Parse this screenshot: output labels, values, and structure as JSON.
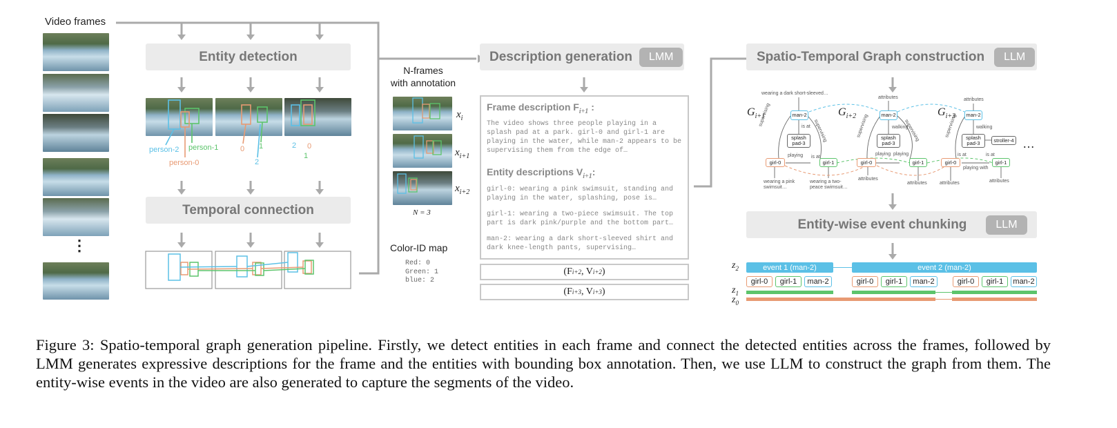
{
  "left": {
    "video_frames_label": "Video frames",
    "ellipsis": "⋮"
  },
  "stage": {
    "entity_detection": "Entity detection",
    "temporal_connection": "Temporal connection",
    "description_generation": "Description generation",
    "description_badge": "LMM",
    "stg_construction": "Spatio-Temporal Graph construction",
    "stg_badge": "LLM",
    "event_chunking": "Entity-wise event chunking",
    "event_badge": "LLM"
  },
  "detection": {
    "labels": [
      "person-2",
      "person-1",
      "person-0",
      "0",
      "1",
      "2",
      "2",
      "0",
      "1"
    ],
    "colors": {
      "blue": "#5bc0e6",
      "green": "#5cc46b",
      "orange": "#e89a73"
    }
  },
  "annotation": {
    "title_line1": "N-frames",
    "title_line2": "with annotation",
    "x_labels": [
      "x_i",
      "x_{i+1}",
      "x_{i+2}"
    ],
    "n_label": "N = 3",
    "color_map_title": "Color-ID map",
    "color_map_lines": [
      "Red: 0",
      "Green: 1",
      "blue: 2"
    ]
  },
  "description": {
    "frame_title": "Frame description F",
    "frame_sub": "i+1",
    "frame_colon": ":",
    "frame_text": "The video shows three people playing in a splash pad at a park. girl-0 and girl-1 are playing in the water, while man-2 appears to be supervising them from the edge of…",
    "entity_title": "Entity descriptions V",
    "entity_sub": "i+1",
    "entity_colon": ":",
    "entity_lines": [
      "girl-0: wearing a pink swimsuit, standing and playing in the water, splashing, pose is…",
      "girl-1: wearing a two-piece swimsuit. The top part is dark pink/purple and the bottom part…",
      "man-2: wearing a dark short-sleeved shirt and dark knee-length pants, supervising…"
    ],
    "next1": "(F",
    "next1_sub": "i+2",
    "next1_mid": ", V",
    "next1_end": ")",
    "next2": "(F",
    "next2_sub": "i+3",
    "next2_mid": ", V",
    "next2_end": ")"
  },
  "graph": {
    "g_labels": [
      "G",
      "G",
      "G"
    ],
    "g_subs": [
      "i+1",
      "i+2",
      "i+3"
    ],
    "top_attr": "wearing a dark short-sleeved…",
    "attributes": "attributes",
    "man2": "man-2",
    "splash": "splash pad-3",
    "girl0": "girl-0",
    "girl1": "girl-1",
    "stroller": "stroller-4",
    "is_at": "is at",
    "walking": "walking",
    "playing": "playing",
    "playing_with": "playing with",
    "supervising": "supervising",
    "wear0": "wearing a pink swimsuit…",
    "wear1": "wearing a two-peace swimsuit…",
    "dots": "…"
  },
  "events": {
    "z_labels": [
      "z",
      "z",
      "z"
    ],
    "z_subs": [
      "2",
      "1",
      "0"
    ],
    "event1": "event 1 (man-2)",
    "event2": "event 2 (man-2)",
    "chips": [
      "girl-0",
      "girl-1",
      "man-2"
    ]
  },
  "caption": {
    "text": "Figure 3: Spatio-temporal graph generation pipeline. Firstly, we detect entities in each frame and connect the detected entities across the frames, followed by LMM generates expressive descriptions for the frame and the entities with bounding box annotation. Then, we use LLM to construct the graph from them. The entity-wise events in the video are also generated to capture the segments of the video."
  }
}
